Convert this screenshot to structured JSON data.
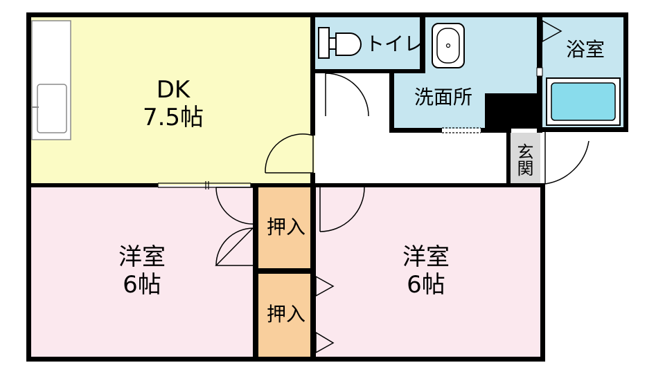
{
  "colors": {
    "wall": "#000000",
    "dk_floor": "#fbfbc5",
    "western_room_floor": "#fbe8ee",
    "wet_area_floor": "#c6e6f0",
    "closet_floor": "#f9cf9d",
    "hallway_floor": "#ffffff",
    "entrance_floor": "#d9d9d9",
    "bathtub": "#89dcec"
  },
  "rooms": {
    "dk": {
      "name": "DK",
      "size": "7.5帖"
    },
    "toilet": {
      "name": "トイレ"
    },
    "washroom": {
      "name": "洗面所"
    },
    "bathroom": {
      "name": "浴室"
    },
    "entrance": {
      "name": "玄関"
    },
    "western_left": {
      "name": "洋室",
      "size": "6帖"
    },
    "western_right": {
      "name": "洋室",
      "size": "6帖"
    },
    "closet_upper": {
      "name": "押入"
    },
    "closet_lower": {
      "name": "押入"
    }
  }
}
